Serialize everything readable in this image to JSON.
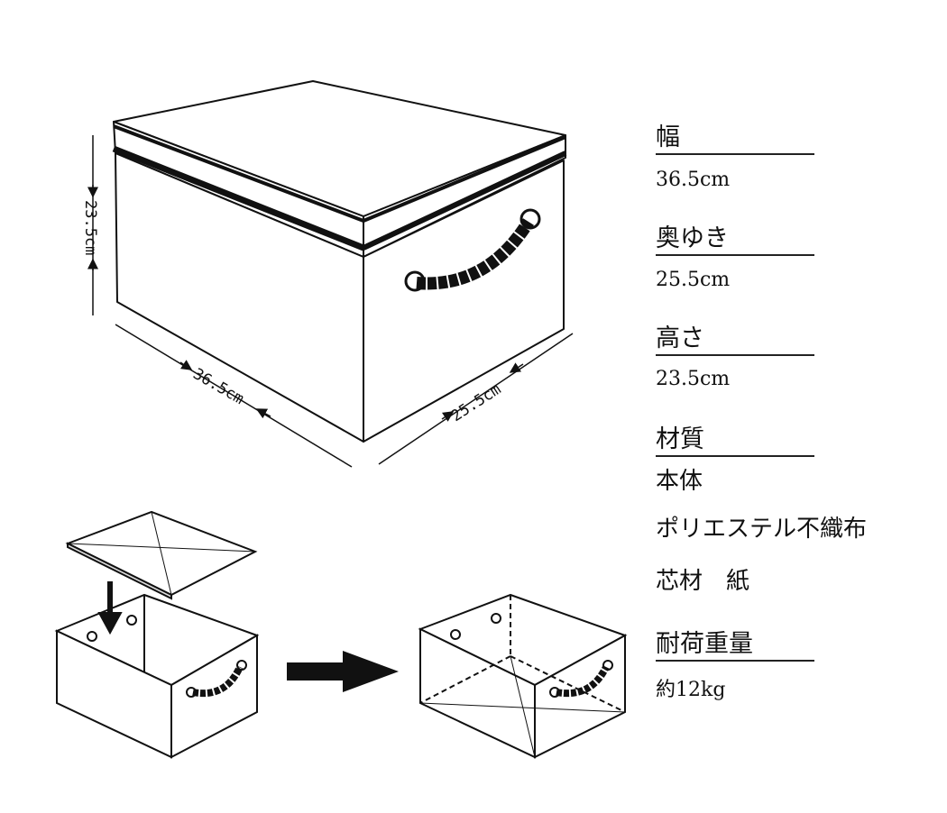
{
  "dimensions_diagram": {
    "width_label": "36.5cm",
    "depth_label": "25.5cm",
    "height_label": "23.5cm"
  },
  "specs": {
    "width": {
      "label": "幅",
      "value": "36.5cm"
    },
    "depth": {
      "label": "奥ゆき",
      "value": "25.5cm"
    },
    "height": {
      "label": "高さ",
      "value": "23.5cm"
    },
    "material": {
      "label": "材質",
      "body": "本体",
      "body_material": "ポリエステル不織布",
      "core": "芯材　紙"
    },
    "load": {
      "label": "耐荷重量",
      "value": "約12kg"
    }
  }
}
